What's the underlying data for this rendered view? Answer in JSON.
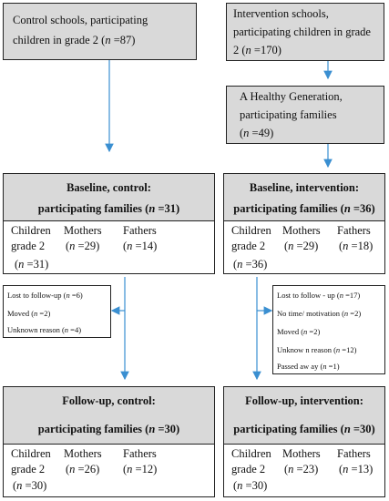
{
  "colors": {
    "box_fill": "#d9d9d9",
    "arrow": "#3a8fd1",
    "border": "#222222"
  },
  "control": {
    "start": [
      "Control schools, participating",
      "children in grade 2 (n =87)"
    ],
    "baseline": {
      "title": "Baseline, control:",
      "subtitle": "participating families (n =31)",
      "children": [
        "Children",
        "grade 2",
        "(n =31)"
      ],
      "mothers": [
        "Mothers",
        "(n =29)"
      ],
      "fathers": [
        "Fathers",
        "(n =14)"
      ]
    },
    "loss": [
      "Lost to follow-up (n =6)",
      "Moved (n =2)",
      "Unknown reason (n =4)"
    ],
    "followup": {
      "title": "Follow-up, control:",
      "subtitle": "participating families (n =30)",
      "children": [
        "Children",
        "grade 2",
        "(n =30)"
      ],
      "mothers": [
        "Mothers",
        "(n =26)"
      ],
      "fathers": [
        "Fathers",
        "(n =12)"
      ]
    }
  },
  "intervention": {
    "start": [
      "Intervention schools,",
      "participating children in grade",
      "2 (n =170)"
    ],
    "program": [
      "A Healthy Generation,",
      "participating families",
      "(n =49)"
    ],
    "baseline": {
      "title": "Baseline, intervention:",
      "subtitle": "participating families (n =36)",
      "children": [
        "Children",
        "grade 2",
        "(n =36)"
      ],
      "mothers": [
        "Mothers",
        "(n =29)"
      ],
      "fathers": [
        "Fathers",
        "(n =18)"
      ]
    },
    "loss": [
      "Lost to follow - up (n =17)",
      "No time/ motivation (n =2)",
      "Moved (n =2)",
      "Unknow n reason (n =12)",
      "Passed aw ay (n =1)"
    ],
    "followup": {
      "title": "Follow-up, intervention:",
      "subtitle": "participating families (n =30)",
      "children": [
        "Children",
        "grade 2",
        "(n =30)"
      ],
      "mothers": [
        "Mothers",
        "(n =23)"
      ],
      "fathers": [
        "Fathers",
        "(n =13)"
      ]
    }
  }
}
